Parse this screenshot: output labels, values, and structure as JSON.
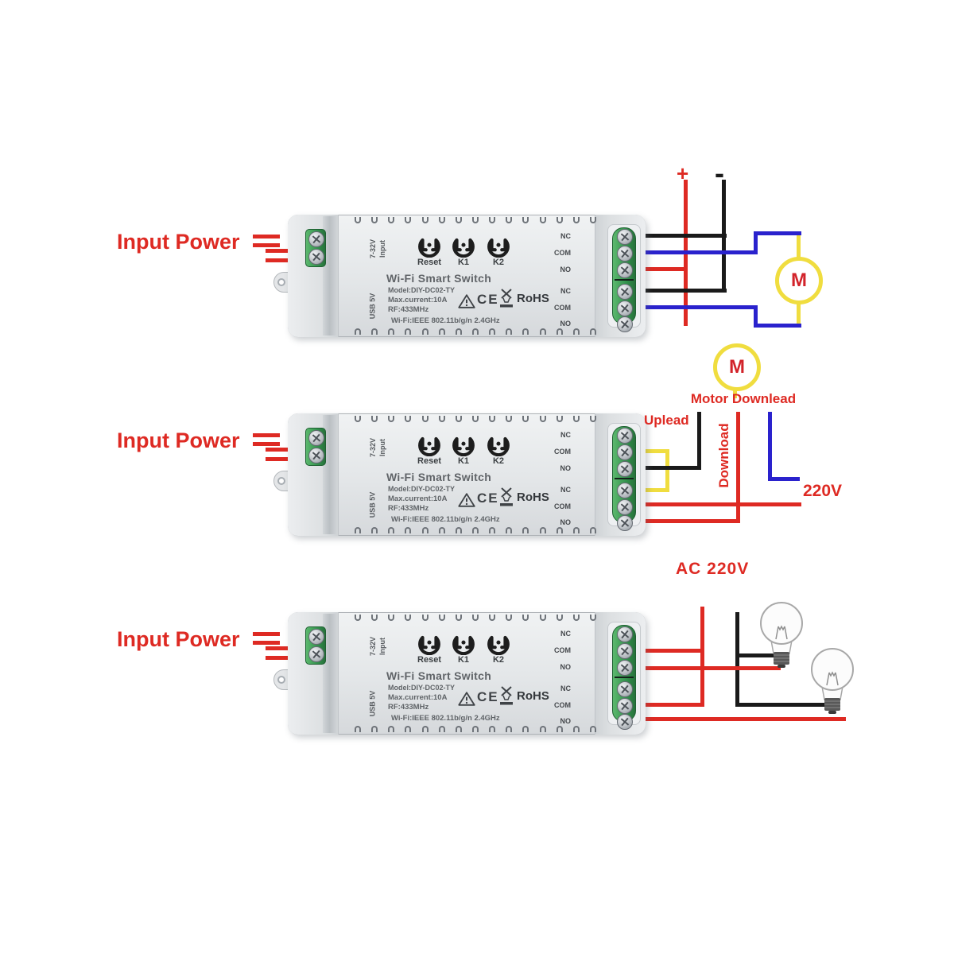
{
  "labels": {
    "input_power": "Input Power"
  },
  "device": {
    "input_label": "Input",
    "input_voltage": "7-32V",
    "usb_label": "USB 5V",
    "buttons": [
      "Reset",
      "K1",
      "K2"
    ],
    "title": "Wi-Fi Smart Switch",
    "model": "Model:DIY-DC02-TY",
    "max_current": "Max.current:10A",
    "rf": "RF:433MHz",
    "wifi": "Wi-Fi:IEEE 802.11b/g/n 2.4GHz",
    "ce_mark": "CE",
    "rohs_mark": "RoHS",
    "relay_labels": [
      "NC",
      "COM",
      "NO",
      "NC",
      "COM",
      "NO"
    ]
  },
  "circuit_motor_dc": {
    "plus": "+",
    "minus": "-",
    "motor": "M"
  },
  "circuit_motor_ac": {
    "motor": "M",
    "motor_downlead": "Motor Downlead",
    "uplead": "Uplead",
    "download": "Download",
    "voltage": "220V"
  },
  "circuit_lights": {
    "voltage": "AC 220V"
  },
  "colors": {
    "wire_red": "#de2a23",
    "wire_black": "#1a1a1a",
    "wire_blue": "#2a22cd",
    "wire_yellow": "#f0dd3f",
    "motor_ring": "#f0dd3f",
    "motor_letter": "#d2232a",
    "terminal_green": "#3f9e57",
    "label_red": "#de2a23"
  }
}
